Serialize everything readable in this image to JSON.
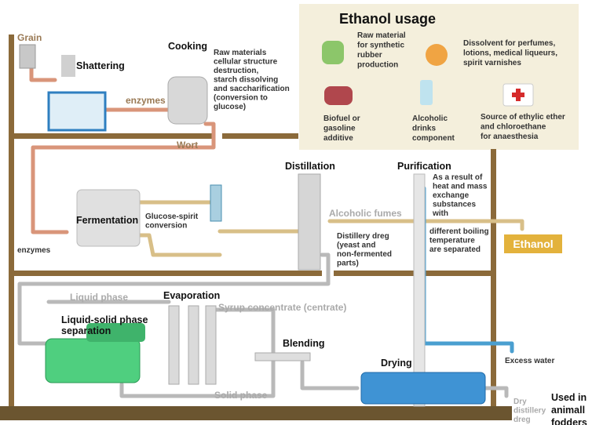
{
  "colors": {
    "beam": "#8b6a3a",
    "floor": "#6b5530",
    "copper": "#d9957a",
    "tan": "#d8bf88",
    "grey": "#b9b9b9",
    "water": "#4a9fd0",
    "usage_bg": "#f4efdc",
    "ethanol": "#e3b23c"
  },
  "usage": {
    "title": "Ethanol usage",
    "items": [
      {
        "icon": "rubber-icon",
        "lines": [
          "Raw material",
          "for synthetic",
          "rubber",
          "production"
        ]
      },
      {
        "icon": "perfume-bottle-icon",
        "lines": [
          "Dissolvent for perfumes,",
          "lotions, medical liqueurs,",
          "spirit varnishes"
        ]
      },
      {
        "icon": "car-icon",
        "lines": [
          "Biofuel or",
          "gasoline",
          "additive"
        ]
      },
      {
        "icon": "glass-icon",
        "lines": [
          "Alcoholic",
          "drinks",
          "component"
        ]
      },
      {
        "icon": "first-aid-kit-icon",
        "lines": [
          "Source of ethylic ether",
          "and chloroethane",
          "for anaesthesia"
        ]
      }
    ]
  },
  "labels": {
    "grain": "Grain",
    "shattering": "Shattering",
    "cooking": "Cooking",
    "cooking_desc": [
      "Raw materials",
      "cellular structure",
      "destruction,",
      "starch dissolving",
      "and saccharification",
      "(conversion to",
      "glucose)"
    ],
    "enzymes1": "enzymes",
    "wort": "Wort",
    "fermentation": "Fermentation",
    "glucose": [
      "Glucose-spirit",
      "conversion"
    ],
    "enzymes2": "enzymes",
    "distillation": "Distillation",
    "purification": "Purification",
    "purif_desc": [
      "As a result of",
      "heat and mass",
      "exchange",
      "substances",
      "with"
    ],
    "purif_desc2": [
      "different boiling",
      "temperature",
      "are separated"
    ],
    "fumes": "Alcoholic fumes",
    "ethanol": "Ethanol",
    "dreg": [
      "Distillery dreg",
      "(yeast and",
      "non-fermented",
      "parts)"
    ],
    "liquid_phase": "Liquid phase",
    "evaporation": "Evaporation",
    "syrup": "Syrup concentrate (centrate)",
    "separation": [
      "Liquid-solid phase",
      "separation"
    ],
    "blending": "Blending",
    "solid_phase": "Solid phase",
    "drying": "Drying",
    "excess_water": "Excess water",
    "dry_dreg": [
      "Dry",
      "distillery",
      "dreg"
    ],
    "fodders": [
      "Used in",
      "animall",
      "fodders"
    ]
  }
}
